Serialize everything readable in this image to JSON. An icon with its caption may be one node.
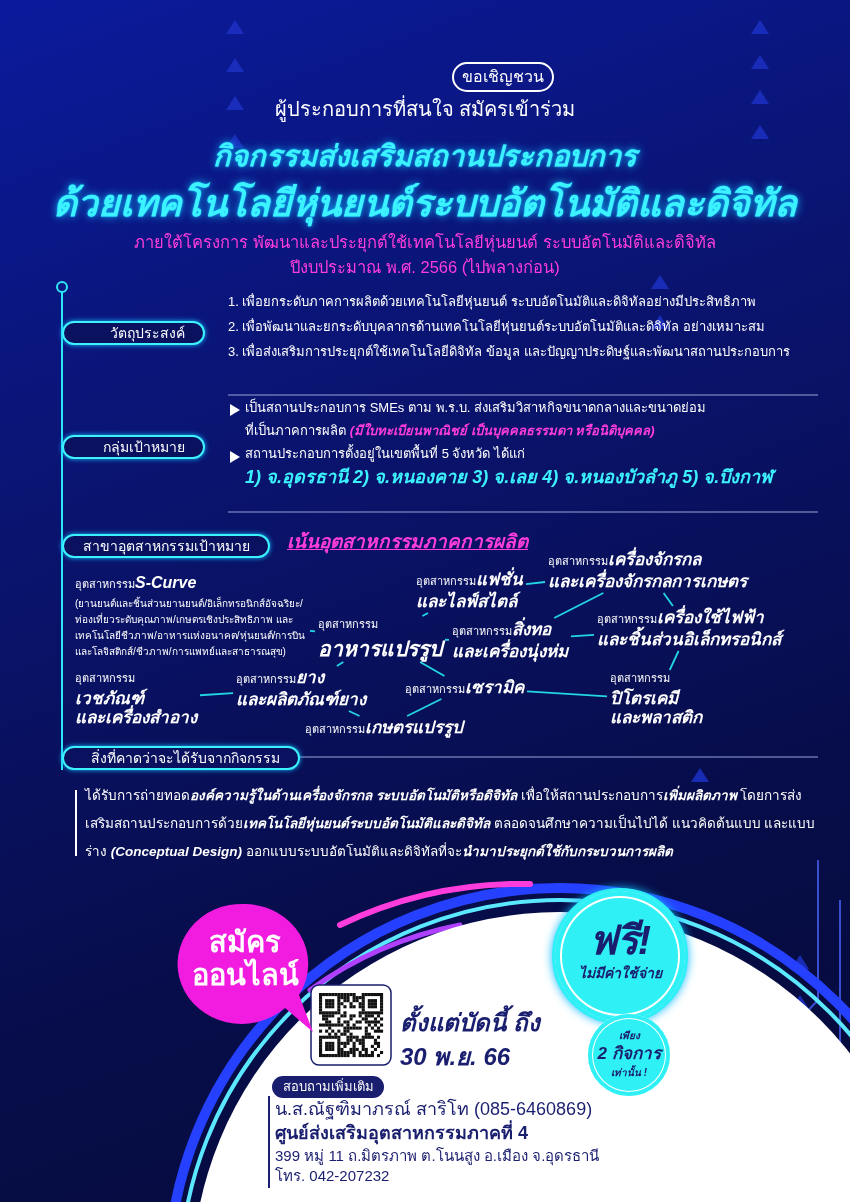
{
  "diagram": {
    "nodes": [
      {
        "text": [
          "ขอเชิญชวน"
        ]
      },
      {
        "text": [
          "วัตถุประสงค์"
        ]
      },
      {
        "text": [
          "กลุ่มเป้าหมาย"
        ]
      },
      {
        "text": [
          "สาขาอุตสาหกรรมเป้าหมาย"
        ]
      },
      {
        "text": [
          "อุตสาหกรรม",
          "S-Curve",
          "(ยานยนต์และชิ้นส่วนยานยนต์/อิเล็กทรอนิกส์อัจฉริยะ/ท่องเที่ยวระดับคุณภาพ/เกษตรเชิงประสิทธิภาพ และเทคโนโลยีชีวภาพ/อาหารแห่งอนาคต/หุ่นยนต์/การบินและโลจิสติกส์/ชีวภาพ/การแพทย์และสาธารณสุข)"
        ]
      },
      {
        "text": [
          "อุตสาหกรรม",
          "แฟชั่น และไลฟ์สไตล์"
        ]
      },
      {
        "text": [
          "อุตสาหกรรม",
          "เครื่องจักรกล และเครื่องจักรกลการเกษตร"
        ]
      },
      {
        "text": [
          "อุตสาหกรรม",
          "อาหารแปรรูป"
        ]
      },
      {
        "text": [
          "อุตสาหกรรม",
          "สิ่งทอ และเครื่องนุ่งห่ม"
        ]
      },
      {
        "text": [
          "อุตสาหกรรม",
          "เครื่องใช้ไฟฟ้า และชิ้นส่วนอิเล็กทรอนิกส์"
        ]
      },
      {
        "text": [
          "อุตสาหกรรม",
          "เวชภัณฑ์ และเครื่องสำอาง"
        ]
      },
      {
        "text": [
          "อุตสาหกรรม",
          "ยาง และผลิตภัณฑ์ยาง"
        ]
      },
      {
        "text": [
          "อุตสาหกรรม",
          "เซรามิค"
        ]
      },
      {
        "text": [
          "อุตสาหกรรม",
          "ปิโตรเคมี และพลาสติก"
        ]
      },
      {
        "text": [
          "อุตสาหกรรม",
          "เกษตรแปรรูป"
        ]
      },
      {
        "text": [
          "สิ่งที่คาดว่าจะได้รับจากกิจกรรม"
        ]
      },
      {
        "text": [
          "ตั้งแต่บัดนี้ ถึง 30 พ.ย. 66",
          "น.ส.ณัฐฑิมาภรณ์  สาริโท (085-6460869)",
          "ศูนย์ส่งเสริมอุตสาหกรรมภาคที่ 4",
          "399 หมู่ 11 ถ.มิตรภาพ ต.โนนสูง อ.เมือง จ.อุดรธานี",
          "โทร. 042-207232"
        ]
      },
      {
        "text": [
          "สมัคร ออนไลน์"
        ],
        "in": 16
      },
      {
        "text": [
          "ฟรี!",
          "ไม่มีค่าใช้จ่าย"
        ],
        "in": 16
      },
      {
        "text": [
          "สอบถามเพิ่มเติม"
        ],
        "in": 16
      },
      {
        "text": [
          "เพียง",
          "2 กิจการ",
          "เท่านั้น !"
        ],
        "in": 16
      }
    ],
    "edges": [
      {
        "from": 4,
        "to": 7,
        "arrow": "none"
      },
      {
        "from": 7,
        "to": 5,
        "arrow": "none"
      },
      {
        "from": 5,
        "to": 6,
        "arrow": "none"
      },
      {
        "from": 7,
        "to": 8,
        "arrow": "none"
      },
      {
        "from": 8,
        "to": 6,
        "arrow": "none"
      },
      {
        "from": 8,
        "to": 9,
        "arrow": "none"
      },
      {
        "from": 6,
        "to": 9,
        "arrow": "none"
      },
      {
        "from": 9,
        "to": 13,
        "arrow": "none"
      },
      {
        "from": 7,
        "to": 11,
        "arrow": "none"
      },
      {
        "from": 7,
        "to": 12,
        "arrow": "none"
      },
      {
        "from": 12,
        "to": 13,
        "arrow": "none"
      },
      {
        "from": 12,
        "to": 14,
        "arrow": "none"
      },
      {
        "from": 11,
        "to": 14,
        "arrow": "none"
      },
      {
        "from": 10,
        "to": 11,
        "arrow": "none"
      }
    ],
    "labels": [
      "ผู้ประกอบการที่สนใจ สมัครเข้าร่วม",
      "กิจกรรมส่งเสริมสถานประกอบการ",
      "ด้วยเทคโนโลยีหุ่นยนต์ระบบอัตโนมัติและดิจิทัล",
      "ภายใต้โครงการ พัฒนาและประยุกต์ใช้เทคโนโลยีหุ่นยนต์ ระบบอัตโนมัติและดิจิทัล ปีงบประมาณ พ.ศ. 2566 (ไปพลางก่อน)",
      "1.  เพื่อยกระดับภาคการผลิตด้วยเทคโนโลยีหุ่นยนต์ ระบบอัตโนมัติและดิจิทัลอย่างมีประสิทธิภาพ",
      "2.  เพื่อพัฒนาและยกระดับบุคลากรด้านเทคโนโลยีหุ่นยนต์ระบบอัตโนมัติและดิจิทัล อย่างเหมาะสม",
      "3.  เพื่อส่งเสริมการประยุกต์ใช้เทคโนโลยีดิจิทัล ข้อมูล และปัญญาประดิษฐ์และพัฒนาสถานประกอบการ",
      "เป็นสถานประกอบการ  SMEs ตาม พ.ร.บ. ส่งเสริมวิสาหกิจขนาดกลางและขนาดย่อม ที่เป็นภาคการผลิต",
      "(มีใบทะเบียนพาณิชย์ เป็นบุคคลธรรมดา หรือนิติบุคคล)",
      "สถานประกอบการตั้งอยู่ในเขตพื้นที่ 5 จังหวัด ได้แก่",
      "1) จ.อุดรธานี  2) จ.หนองคาย  3) จ.เลย  4) จ.หนองบัวลำภู  5) จ.บึงกาฬ",
      "เน้นอุตสาหกรรมภาคการผลิต",
      "ได้รับการถ่ายทอด**องค์ความรู้ในด้านเครื่องจักรกล  ระบบอัตโนมัติหรือดิจิทัล** เพื่อให้สถานประกอบการ**เพิ่มผลิตภาพ** โดยการส่งเสริมสถานประกอบการด้วย**เทคโนโลยีหุ่นยนต์ระบบอัตโนมัติและดิจิทัล** ตลอดจนศึกษาความเป็นไปได้  แนวคิดต้นแบบ และแบบร่าง **(Conceptual Design)** ออกแบบระบบอัตโนมัติและดิจิทัลที่จะ**นำมาประยุกต์ใช้กับกระบวนการผลิต**"
    ]
  }
}
